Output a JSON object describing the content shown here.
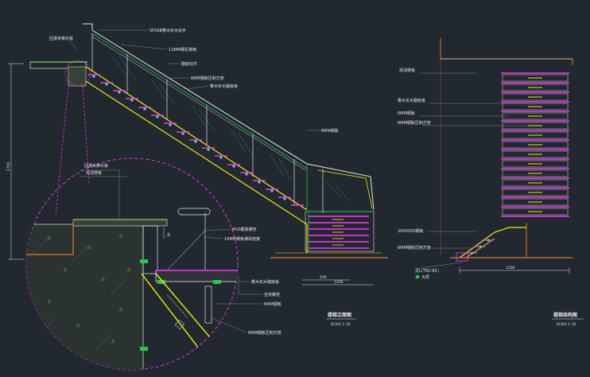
{
  "colors": {
    "background": "#212830",
    "structure": "#f0f000",
    "treads": "#ff33ff",
    "green": "#22cc44",
    "cyan": "#44dddd",
    "orange": "#e07a28",
    "white": "#e6e6e6",
    "leader": "#9aa3aa",
    "concrete": "#99ff66"
  },
  "elevation": {
    "labels": {
      "handrail": "5P16B樱木实木扶手",
      "glass": "12MM钢化玻璃",
      "balluster": "踏级柱件",
      "flat_steel": "6MM钢板压制方管",
      "tread": "樱木实木踏级板",
      "marble": "回漫米黄石板",
      "steel_plate": "6MM钢板"
    },
    "dim_height": "1700",
    "dim_base_1": "200",
    "dim_base_2": "1200",
    "title": "楼梯立面图",
    "scale": "SCALE 1: 50"
  },
  "detail": {
    "labels": {
      "marble": "回漫米黄石板",
      "finish": "现浇楼板",
      "bolt": "M10膨胀螺栓",
      "glue": "10MM钢板满焊连接",
      "tread": "樱木实木踏级板",
      "screw": "自攻螺栓",
      "steel_plate": "6MM钢板",
      "square_tube": "6MM钢板压制方管"
    },
    "dim_small": "30"
  },
  "section": {
    "labels": {
      "finish": "现浇楼板",
      "tread": "樱木实木踏级板",
      "steel_plate": "6MM钢板",
      "square_tube": "6MM钢板压制方管",
      "angle": "200X200钢板",
      "square_tube_2": "6MM钢板压制方管",
      "detail_ref": "见L(TSD-B1)",
      "detail_tag": "大样"
    },
    "dim_base": "1200",
    "title": "楼梯结构图",
    "scale": "SCALE 1: 50"
  }
}
